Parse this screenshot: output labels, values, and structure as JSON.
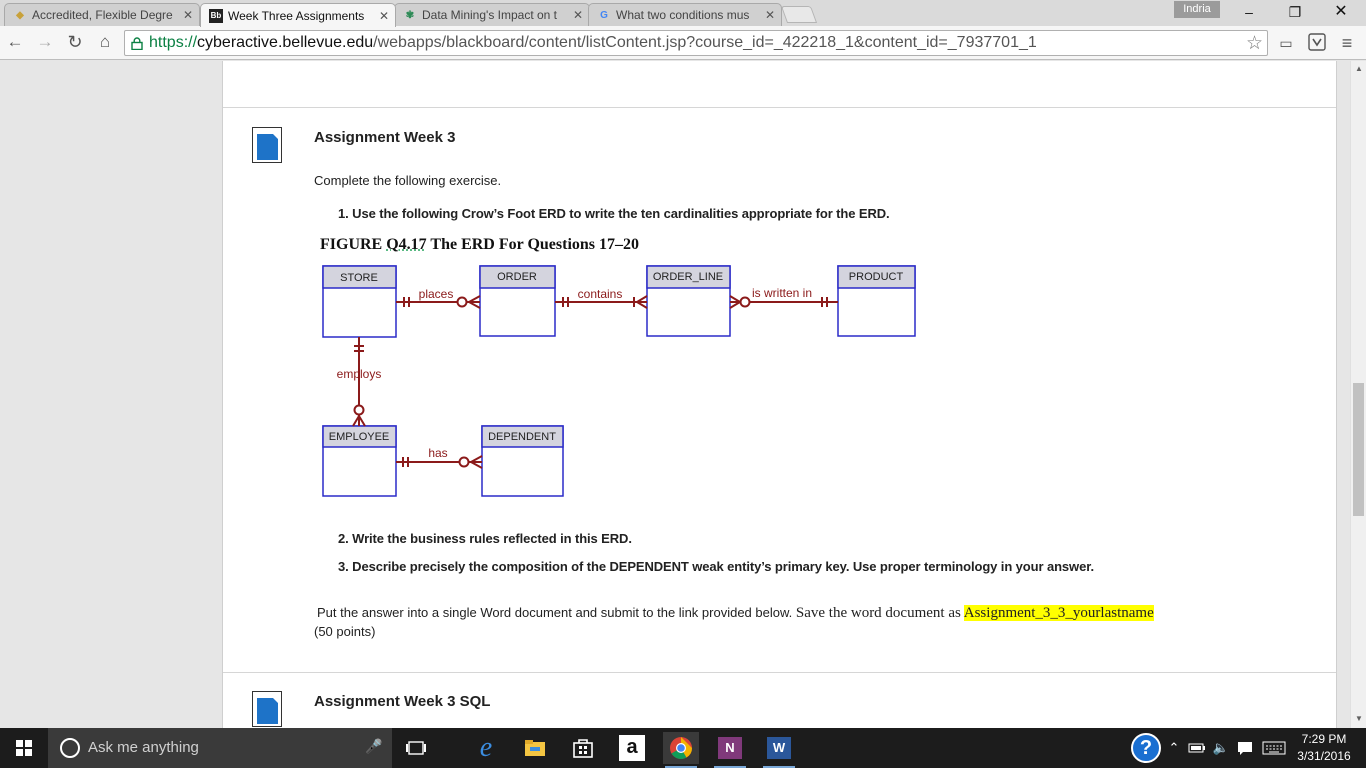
{
  "browser": {
    "tabs": [
      {
        "title": "Accredited, Flexible Degre",
        "favicon": "bellevue-eagle-icon"
      },
      {
        "title": "Week Three Assignments",
        "favicon": "blackboard-icon",
        "favicon_text": "Bb",
        "active": true
      },
      {
        "title": "Data Mining's Impact on t",
        "favicon": "site-icon"
      },
      {
        "title": "What two conditions mus",
        "favicon": "google-icon",
        "favicon_text": "G"
      }
    ],
    "profile_name": "Indria",
    "url_scheme": "https://",
    "url_host": "cyberactive.bellevue.edu",
    "url_path": "/webapps/blackboard/content/listContent.jsp?course_id=_422218_1&content_id=_7937701_1"
  },
  "assignment1": {
    "title": "Assignment Week 3",
    "intro": "Complete the following exercise.",
    "q1": "1.  Use the following Crow’s Foot ERD to write the ten cardinalities appropriate for the ERD.",
    "q2": "2.  Write the business rules reflected in this ERD.",
    "q3": "3.  Describe precisely the composition of the DEPENDENT weak entity’s primary key. Use proper terminology in your answer.",
    "submit_prefix": "Put the answer into a single Word document and submit to the link provided below.  ",
    "submit_serif": "Save the word document as ",
    "submit_highlight": "Assignment_3_3_yourlastname",
    "points": "(50 points)"
  },
  "figure": {
    "caption_prefix": "FIGURE ",
    "caption_underlined": "Q4.17",
    "caption_rest": "  The ERD For Questions 17–20",
    "entities": {
      "store": "STORE",
      "order": "ORDER",
      "order_line": "ORDER_LINE",
      "product": "PRODUCT",
      "employee": "EMPLOYEE",
      "dependent": "DEPENDENT"
    },
    "relationships": {
      "places": "places",
      "contains": "contains",
      "is_written_in": "is written in",
      "employs": "employs",
      "has": "has"
    },
    "colors": {
      "entity_border": "#2b2bc8",
      "entity_header": "#d4d4de",
      "relationship": "#8b1a1a"
    }
  },
  "assignment2": {
    "title": "Assignment Week 3 SQL"
  },
  "taskbar": {
    "search_placeholder": "Ask me anything",
    "apps": [
      "task-view-icon",
      "edge-icon",
      "file-explorer-icon",
      "store-icon",
      "amazon-icon",
      "chrome-icon",
      "onenote-icon",
      "word-icon"
    ],
    "time": "7:29 PM",
    "date": "3/31/2016"
  }
}
